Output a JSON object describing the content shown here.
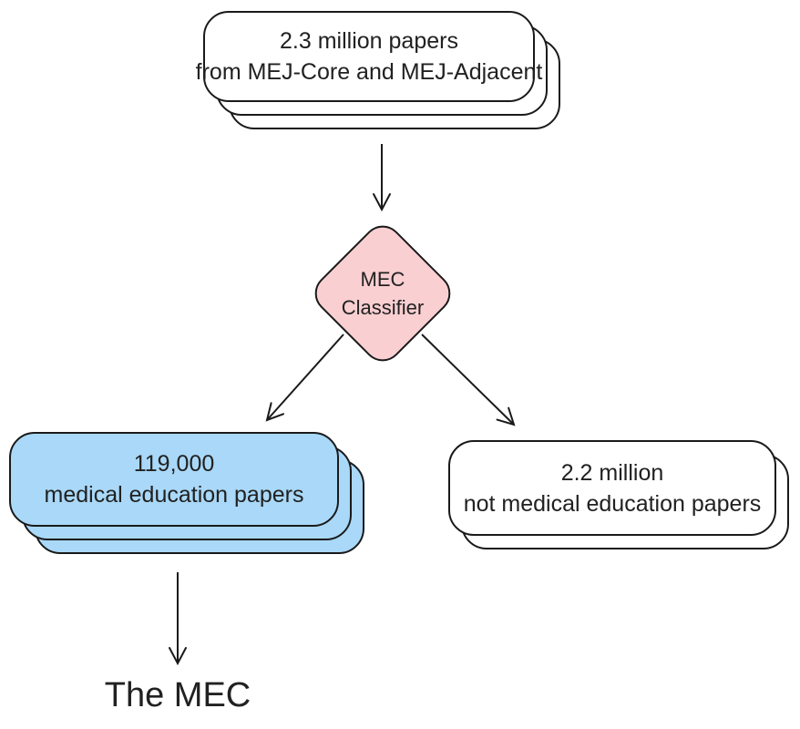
{
  "diagram": {
    "nodes": {
      "source": {
        "line1": "2.3 million papers",
        "line2": "from MEJ-Core and MEJ-Adjacent"
      },
      "classifier": {
        "line1": "MEC",
        "line2": "Classifier"
      },
      "accepted": {
        "line1": "119,000",
        "line2": "medical education papers"
      },
      "rejected": {
        "line1": "2.2 million",
        "line2": "not medical education papers"
      },
      "result": {
        "label": "The MEC"
      }
    },
    "colors": {
      "classifier_fill": "#f9cfd2",
      "accepted_fill": "#a9d8f8",
      "node_fill": "#ffffff",
      "stroke": "#1a1a1a",
      "text": "#212121"
    }
  }
}
